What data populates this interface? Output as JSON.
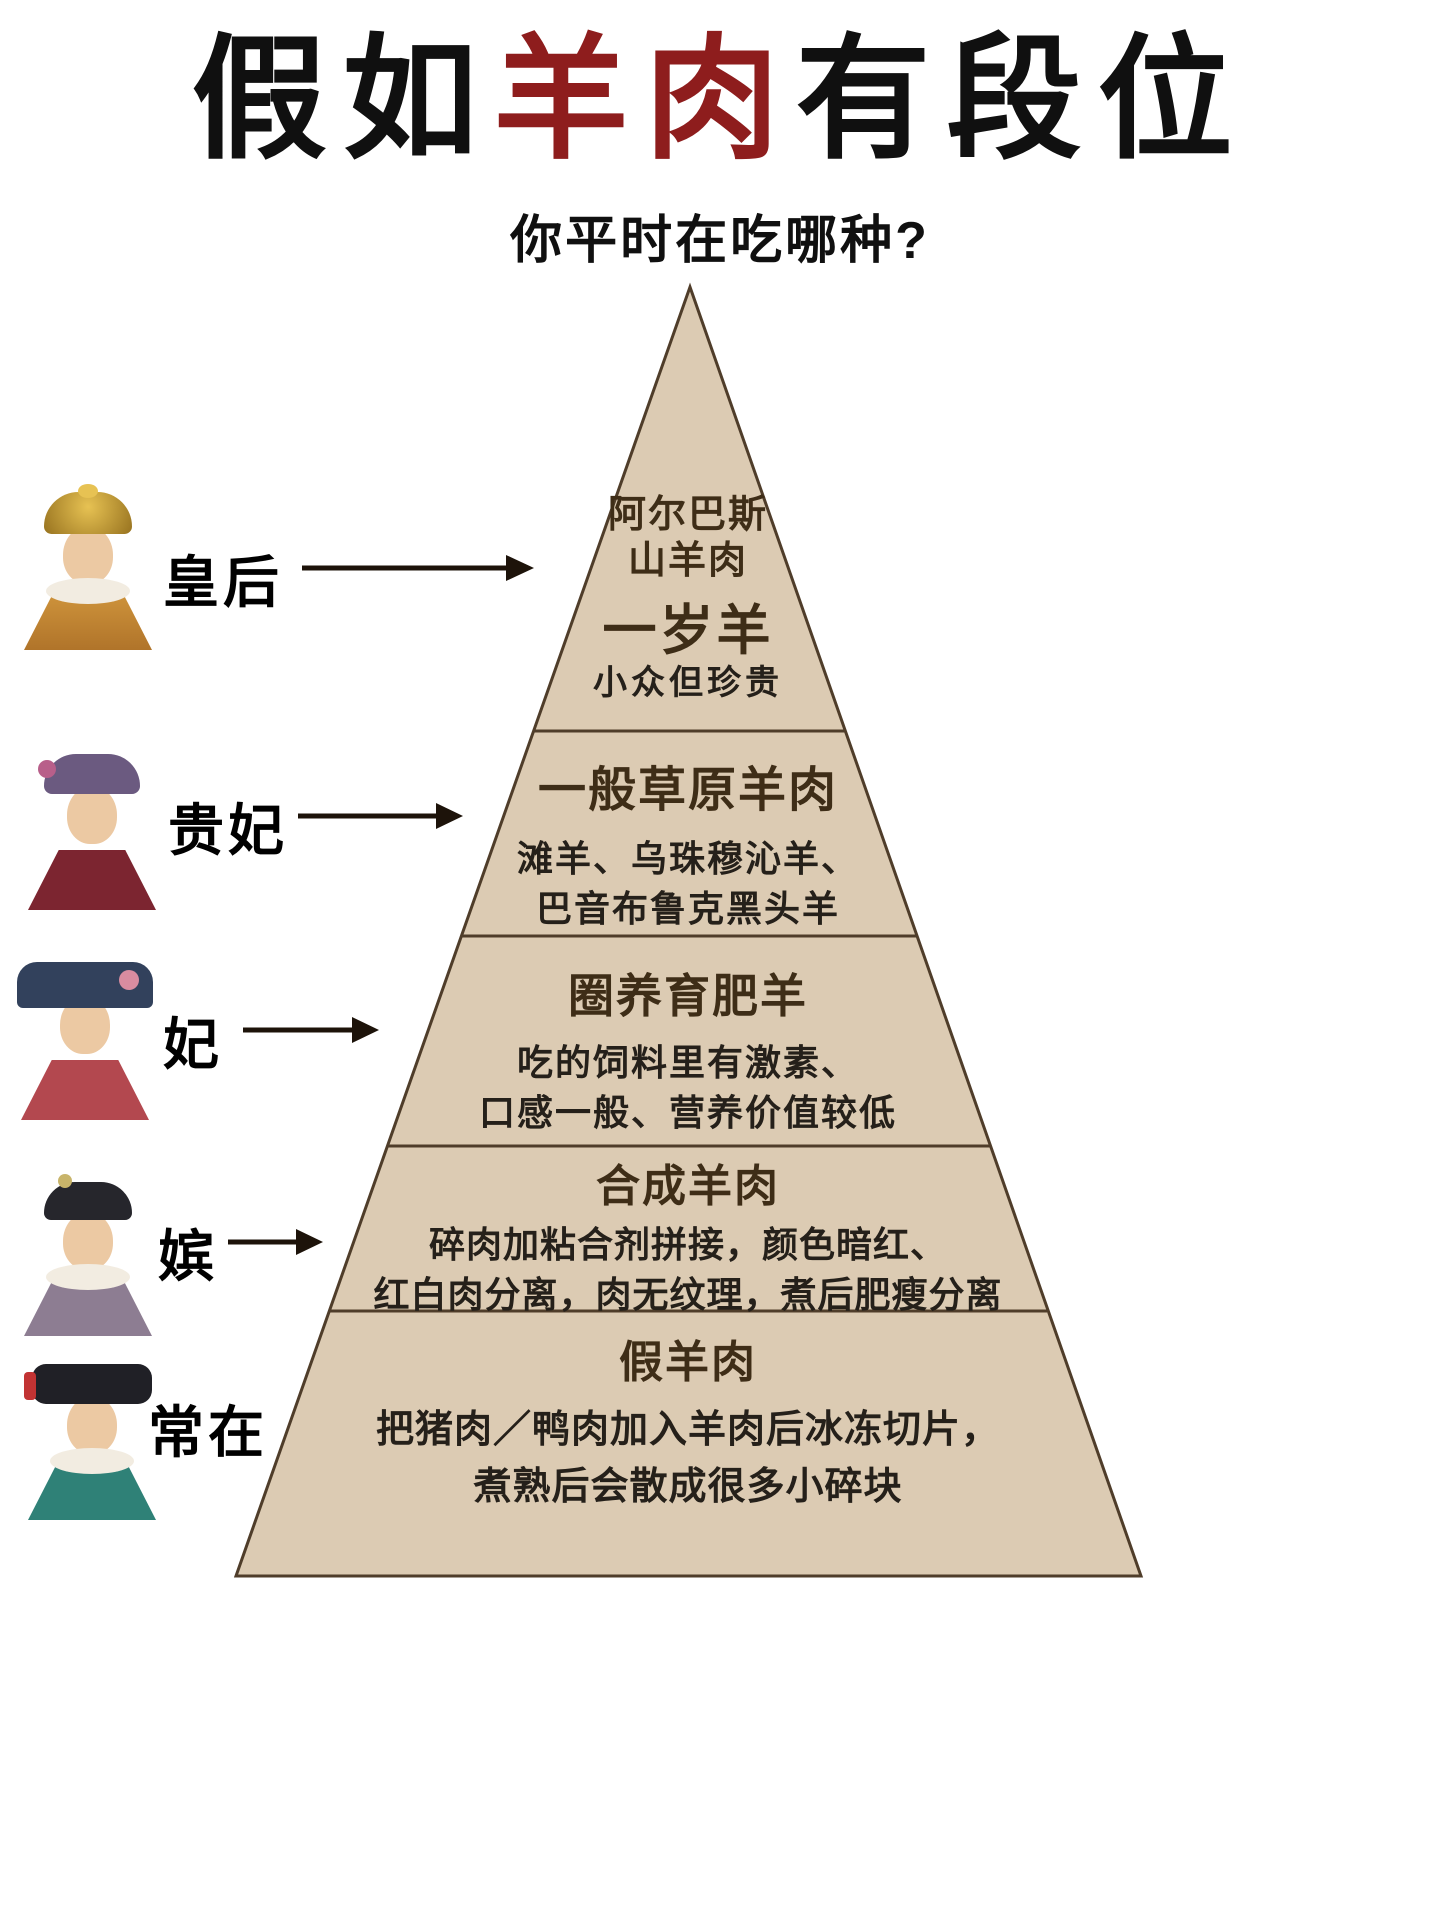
{
  "title": {
    "part1": "假如",
    "highlight": "羊肉",
    "part2": "有段位",
    "subtitle": "你平时在吃哪种?"
  },
  "colors": {
    "title_highlight": "#8e1d1d",
    "pyramid_fill": "#dccbb3",
    "pyramid_border": "#4f3d2a",
    "tier_title": "#3e2d17",
    "desc_text": "#25201a"
  },
  "ranks": [
    {
      "label": "皇后",
      "portrait": "empress-costume-photo"
    },
    {
      "label": "贵妃",
      "portrait": "noble-consort-costume-photo"
    },
    {
      "label": "妃",
      "portrait": "consort-costume-photo"
    },
    {
      "label": "嫔",
      "portrait": "concubine-costume-photo"
    },
    {
      "label": "常在",
      "portrait": "attendant-costume-photo"
    }
  ],
  "tiers": [
    {
      "title_line1": "阿尔巴斯",
      "title_line2": "山羊肉",
      "big_label": "一岁羊",
      "desc_line1": "小众但珍贵",
      "desc_line2": ""
    },
    {
      "title_line1": "一般草原羊肉",
      "desc_line1": "滩羊、乌珠穆沁羊、",
      "desc_line2": "巴音布鲁克黑头羊"
    },
    {
      "title_line1": "圈养育肥羊",
      "desc_line1": "吃的饲料里有激素、",
      "desc_line2": "口感一般、营养价值较低"
    },
    {
      "title_line1": "合成羊肉",
      "desc_line1": "碎肉加粘合剂拼接，颜色暗红、",
      "desc_line2": "红白肉分离，肉无纹理，煮后肥瘦分离"
    },
    {
      "title_line1": "假羊肉",
      "desc_line1": "把猪肉／鸭肉加入羊肉后冰冻切片，",
      "desc_line2": "煮熟后会散成很多小碎块"
    }
  ]
}
